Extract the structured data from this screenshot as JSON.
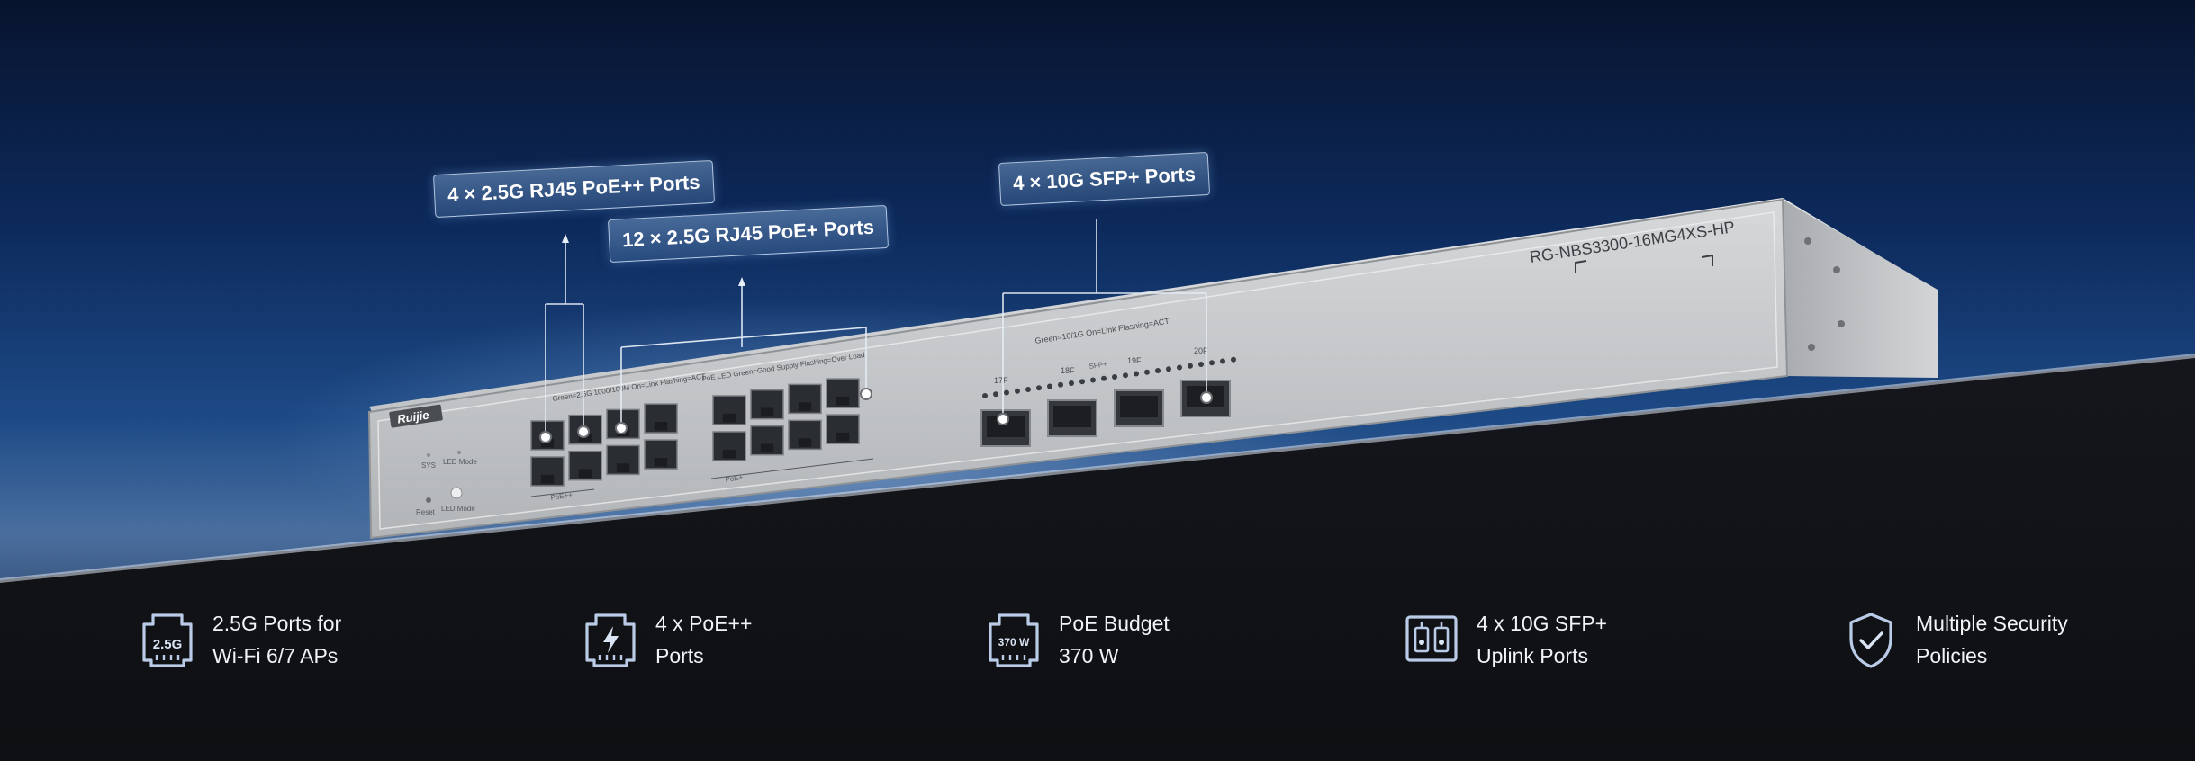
{
  "device": {
    "brand": "Ruijie",
    "model": "RG-NBS3300-16MG4XS-HP",
    "panel": {
      "sys": "SYS",
      "led_mode": "LED Mode",
      "reset": "Reset",
      "led_mode_button": "LED Mode",
      "legend_left": "Green=2.5G  1000/100M  On=Link  Flashing=ACT",
      "legend_mid": "PoE LED   Green=Good Supply  Flashing=Over Load",
      "legend_sfp": "Green=10/1G   On=Link   Flashing=ACT",
      "poe_pp_label": "PoE++",
      "poe_p_label": "PoE+",
      "sfp_label": "SFP+",
      "sfp_ports": [
        "17F",
        "18F",
        "19F",
        "20F"
      ]
    }
  },
  "callouts": {
    "rj45_poe_pp": "4 × 2.5G RJ45 PoE++ Ports",
    "rj45_poe_p": "12 × 2.5G RJ45 PoE+ Ports",
    "sfp": "4 × 10G SFP+ Ports"
  },
  "features": [
    {
      "icon": "ethernet-port-icon",
      "icon_text": "2.5G",
      "line1": "2.5G Ports for",
      "line2": "Wi-Fi 6/7 APs"
    },
    {
      "icon": "poe-lightning-port-icon",
      "icon_text": "",
      "line1": "4 x PoE++",
      "line2": "Ports"
    },
    {
      "icon": "poe-budget-port-icon",
      "icon_text": "370 W",
      "line1": "PoE Budget",
      "line2": "370 W"
    },
    {
      "icon": "sfp-module-icon",
      "icon_text": "",
      "line1": "4 x 10G SFP+",
      "line2": "Uplink Ports"
    },
    {
      "icon": "shield-check-icon",
      "icon_text": "",
      "line1": "Multiple Security",
      "line2": "Policies"
    }
  ],
  "colors": {
    "sky_top": "#08142e",
    "sky_mid": "#1d4a86",
    "floor": "#14161b",
    "device_body": "#c9ccce",
    "callout_border": "#dcebff",
    "feature_text": "#f1f3f6",
    "icon_stroke": "#b9cbe6"
  }
}
